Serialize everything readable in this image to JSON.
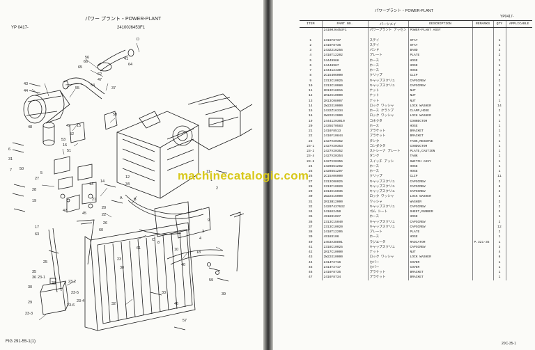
{
  "left": {
    "title": "パワー プラント・POWER-PLANT",
    "code_left": "YP 0417-",
    "code_center": "24100J6453F1",
    "fig_label": "FIG 291-55-1(1)",
    "callouts": [
      "D",
      "56",
      "37",
      "55",
      "41",
      "64",
      "43",
      "44",
      "62",
      "47",
      "48",
      "49",
      "54",
      "50",
      "52",
      "58",
      "53",
      "15",
      "16",
      "51",
      "27",
      "28",
      "19",
      "31",
      "6",
      "7",
      "5",
      "14",
      "12",
      "13",
      "34",
      "20",
      "21",
      "22",
      "26",
      "42",
      "45",
      "60",
      "11",
      "1",
      "2",
      "3",
      "4",
      "9",
      "18",
      "10",
      "8",
      "61",
      "23",
      "38",
      "40",
      "33",
      "46",
      "57",
      "17",
      "63",
      "25",
      "24",
      "35",
      "36",
      "30",
      "29",
      "23-3",
      "23-1",
      "23-2",
      "23-5",
      "23-6",
      "23-4",
      "39",
      "59",
      "32",
      "65",
      "66",
      "A",
      "B",
      "C"
    ]
  },
  "watermark": "machinecatalogic.com",
  "right": {
    "title": "パワープラント・POWER-PLANT",
    "code": "YP0417-",
    "footer": "20C-35-1",
    "headers": [
      "ITEM",
      "PART NO.",
      "パーツメイ",
      "DESCRIPTION",
      "REMARKS",
      "QTY",
      "APPLICABLE"
    ],
    "rows": [
      [
        "",
        "24100J6453F1",
        "パワープラント アッセン",
        "POWER-PLANT ASSY",
        "",
        "",
        ""
      ],
      [
        "",
        "",
        "",
        "",
        "",
        "",
        ""
      ],
      [
        "1",
        "2416F8737",
        "ステイ",
        "STAY",
        "",
        "1",
        ""
      ],
      [
        "2",
        "2416F8736",
        "ステイ",
        "STAY",
        "",
        "1",
        ""
      ],
      [
        "3",
        "243Z216255",
        "バンド",
        "BAND",
        "",
        "2",
        ""
      ],
      [
        "4",
        "2418T12202",
        "プレート",
        "PLATE",
        "",
        "2",
        ""
      ],
      [
        "5",
        "24449968",
        "ホース",
        "HOSE",
        "",
        "1",
        ""
      ],
      [
        "6",
        "24448987",
        "ホース",
        "HOSE",
        "",
        "1",
        ""
      ],
      [
        "7",
        "244412430",
        "ホース",
        "HOSE",
        "",
        "1",
        ""
      ],
      [
        "8",
        "2C15406000",
        "クリップ",
        "CLIP",
        "",
        "4",
        ""
      ],
      [
        "9",
        "2313C10025",
        "キャップスクリュ",
        "CAPSCREW",
        "",
        "2",
        ""
      ],
      [
        "10",
        "2313C10080",
        "キャップスクリュ",
        "CAPSCREW",
        "",
        "1",
        ""
      ],
      [
        "11",
        "2N13C18015",
        "ナット",
        "NUT",
        "",
        "4",
        ""
      ],
      [
        "12",
        "2N12C10000",
        "ナット",
        "NUT",
        "",
        "4",
        ""
      ],
      [
        "13",
        "2N13C08007",
        "ナット",
        "NUT",
        "",
        "1",
        ""
      ],
      [
        "14",
        "2W22X10000",
        "ロック ワッシャ",
        "LOCK WASHER",
        "",
        "14",
        ""
      ],
      [
        "15",
        "2432Z16334",
        "ホース クランプ",
        "CLAMP,HOSE",
        "",
        "2",
        ""
      ],
      [
        "16",
        "2W22X12000",
        "ロック ワッシャ",
        "LOCK WASHER",
        "",
        "1",
        ""
      ],
      [
        "19",
        "24441293010",
        "コネクタ",
        "CONNECTOR",
        "",
        "1",
        ""
      ],
      [
        "20",
        "2435G70583",
        "ホース",
        "HOSE",
        "",
        "1",
        ""
      ],
      [
        "21",
        "2416F8513",
        "ブラケット",
        "BRACKET",
        "",
        "1",
        ""
      ],
      [
        "22",
        "2416F10844",
        "ブラケット",
        "BRACKET",
        "",
        "1",
        ""
      ],
      [
        "23",
        "2427V20352",
        "タンク",
        "TANK,RESERVE",
        "",
        "1",
        ""
      ],
      [
        "23-1",
        "2427V20353",
        "コンダクタ",
        "CONDUCTOR",
        "",
        "1",
        ""
      ],
      [
        "23-2",
        "2427V20352",
        "ストレーナ プレート",
        "PLATE,CAUTION",
        "",
        "1",
        ""
      ],
      [
        "23-4",
        "2427V20354",
        "タンク",
        "TANK",
        "",
        "1",
        ""
      ],
      [
        "23-6",
        "2427V20355",
        "スイッチ アッシ",
        "SWITCH ASSY",
        "",
        "1",
        ""
      ],
      [
        "24",
        "2420S51292",
        "ホース",
        "HOSE",
        "",
        "1",
        ""
      ],
      [
        "25",
        "2420S51297",
        "ホース",
        "HOSE",
        "",
        "1",
        ""
      ],
      [
        "26",
        "2C15A06000",
        "クリップ",
        "CLIP",
        "",
        "11",
        ""
      ],
      [
        "27",
        "2313C08025",
        "キャップスクリュ",
        "CAPSCREW",
        "",
        "2",
        ""
      ],
      [
        "28",
        "2313F10020",
        "キャップスクリュ",
        "CAPSCREW",
        "",
        "8",
        ""
      ],
      [
        "29",
        "2313C16035",
        "キャップスクリュ",
        "CAPSCREW",
        "",
        "2",
        ""
      ],
      [
        "30",
        "2W22X16000",
        "ロック ワッシャ",
        "LOCK WASHER",
        "",
        "2",
        ""
      ],
      [
        "31",
        "2N13B12000",
        "ワッシャ",
        "WASHER",
        "",
        "2",
        ""
      ],
      [
        "32",
        "24207437632",
        "キャップスクリュ",
        "CAPSCREW",
        "",
        "2",
        ""
      ],
      [
        "34",
        "2416G2450",
        "ゴム シート",
        "SHEET,RUBBER",
        "",
        "2",
        ""
      ],
      [
        "35",
        "4518S1027",
        "ホース",
        "HOSE",
        "",
        "1",
        ""
      ],
      [
        "36",
        "2313C15040",
        "キャップスクリュ",
        "CAPSCREW",
        "",
        "2",
        ""
      ],
      [
        "37",
        "2313C10020",
        "キャップスクリュ",
        "CAPSCREW",
        "",
        "12",
        ""
      ],
      [
        "38",
        "2418T12205",
        "プレート",
        "PLATE",
        "",
        "2",
        ""
      ],
      [
        "39",
        "4518S106",
        "ホース",
        "HOSE",
        "",
        "1",
        ""
      ],
      [
        "40",
        "2453A38891",
        "ラジエータ",
        "RADIATOR",
        "P.321-35",
        "1",
        ""
      ],
      [
        "41",
        "2318C10025",
        "キャップスクリュ",
        "CAPSCREW",
        "",
        "3",
        ""
      ],
      [
        "42",
        "2N17C10000",
        "ナット",
        "NUT",
        "",
        "4",
        ""
      ],
      [
        "43",
        "2W22X10000",
        "ロック ワッシャ",
        "LOCK WASHER",
        "",
        "6",
        ""
      ],
      [
        "44",
        "2414T2716",
        "カバー",
        "COVER",
        "",
        "1",
        ""
      ],
      [
        "45",
        "2414T2717",
        "カバー",
        "COVER",
        "",
        "1",
        ""
      ],
      [
        "46",
        "2416F8735",
        "ブラケット",
        "BRACKET",
        "",
        "1",
        ""
      ],
      [
        "47",
        "2416F8734",
        "ブラケット",
        "BRACKET",
        "",
        "1",
        ""
      ]
    ]
  }
}
